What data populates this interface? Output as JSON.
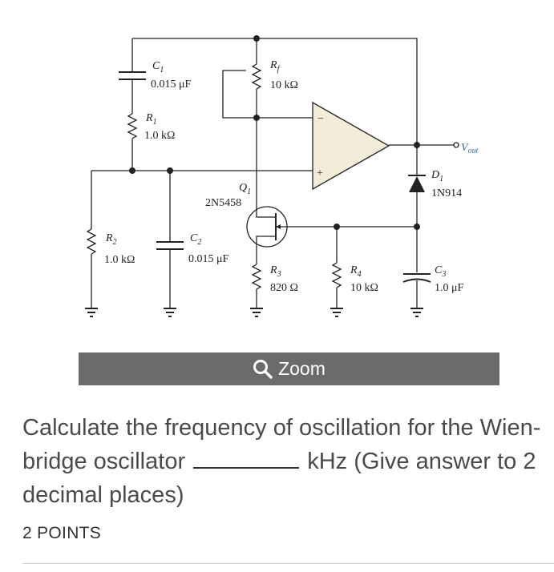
{
  "circuit": {
    "c1": {
      "name": "C",
      "sub": "1",
      "value": "0.015 μF"
    },
    "r1": {
      "name": "R",
      "sub": "1",
      "value": "1.0 kΩ"
    },
    "rf": {
      "name": "R",
      "sub": "f",
      "value": "10 kΩ"
    },
    "q1": {
      "name": "Q",
      "sub": "1",
      "part": "2N5458"
    },
    "r2": {
      "name": "R",
      "sub": "2",
      "value": "1.0 kΩ"
    },
    "c2": {
      "name": "C",
      "sub": "2",
      "value": "0.015 μF"
    },
    "r3": {
      "name": "R",
      "sub": "3",
      "value": "820 Ω"
    },
    "r4": {
      "name": "R",
      "sub": "4",
      "value": "10 kΩ"
    },
    "c3": {
      "name": "C",
      "sub": "3",
      "value": "1.0 μF"
    },
    "d1": {
      "name": "D",
      "sub": "1",
      "part": "1N914"
    },
    "vout": {
      "name": "V",
      "sub": "out"
    },
    "opamp": {
      "minus": "−",
      "plus": "+"
    }
  },
  "zoom": {
    "label": "Zoom",
    "icon": "magnifier-icon"
  },
  "question": {
    "part1": "Calculate the frequency of oscillation for the Wien-bridge oscillator",
    "part2": "kHz (Give answer to 2 decimal places)"
  },
  "points_label": "2 POINTS",
  "colors": {
    "opamp_fill": "#f2ecd9",
    "vout": "#3a6ea5",
    "zoom_bg": "#6b6b6b"
  }
}
